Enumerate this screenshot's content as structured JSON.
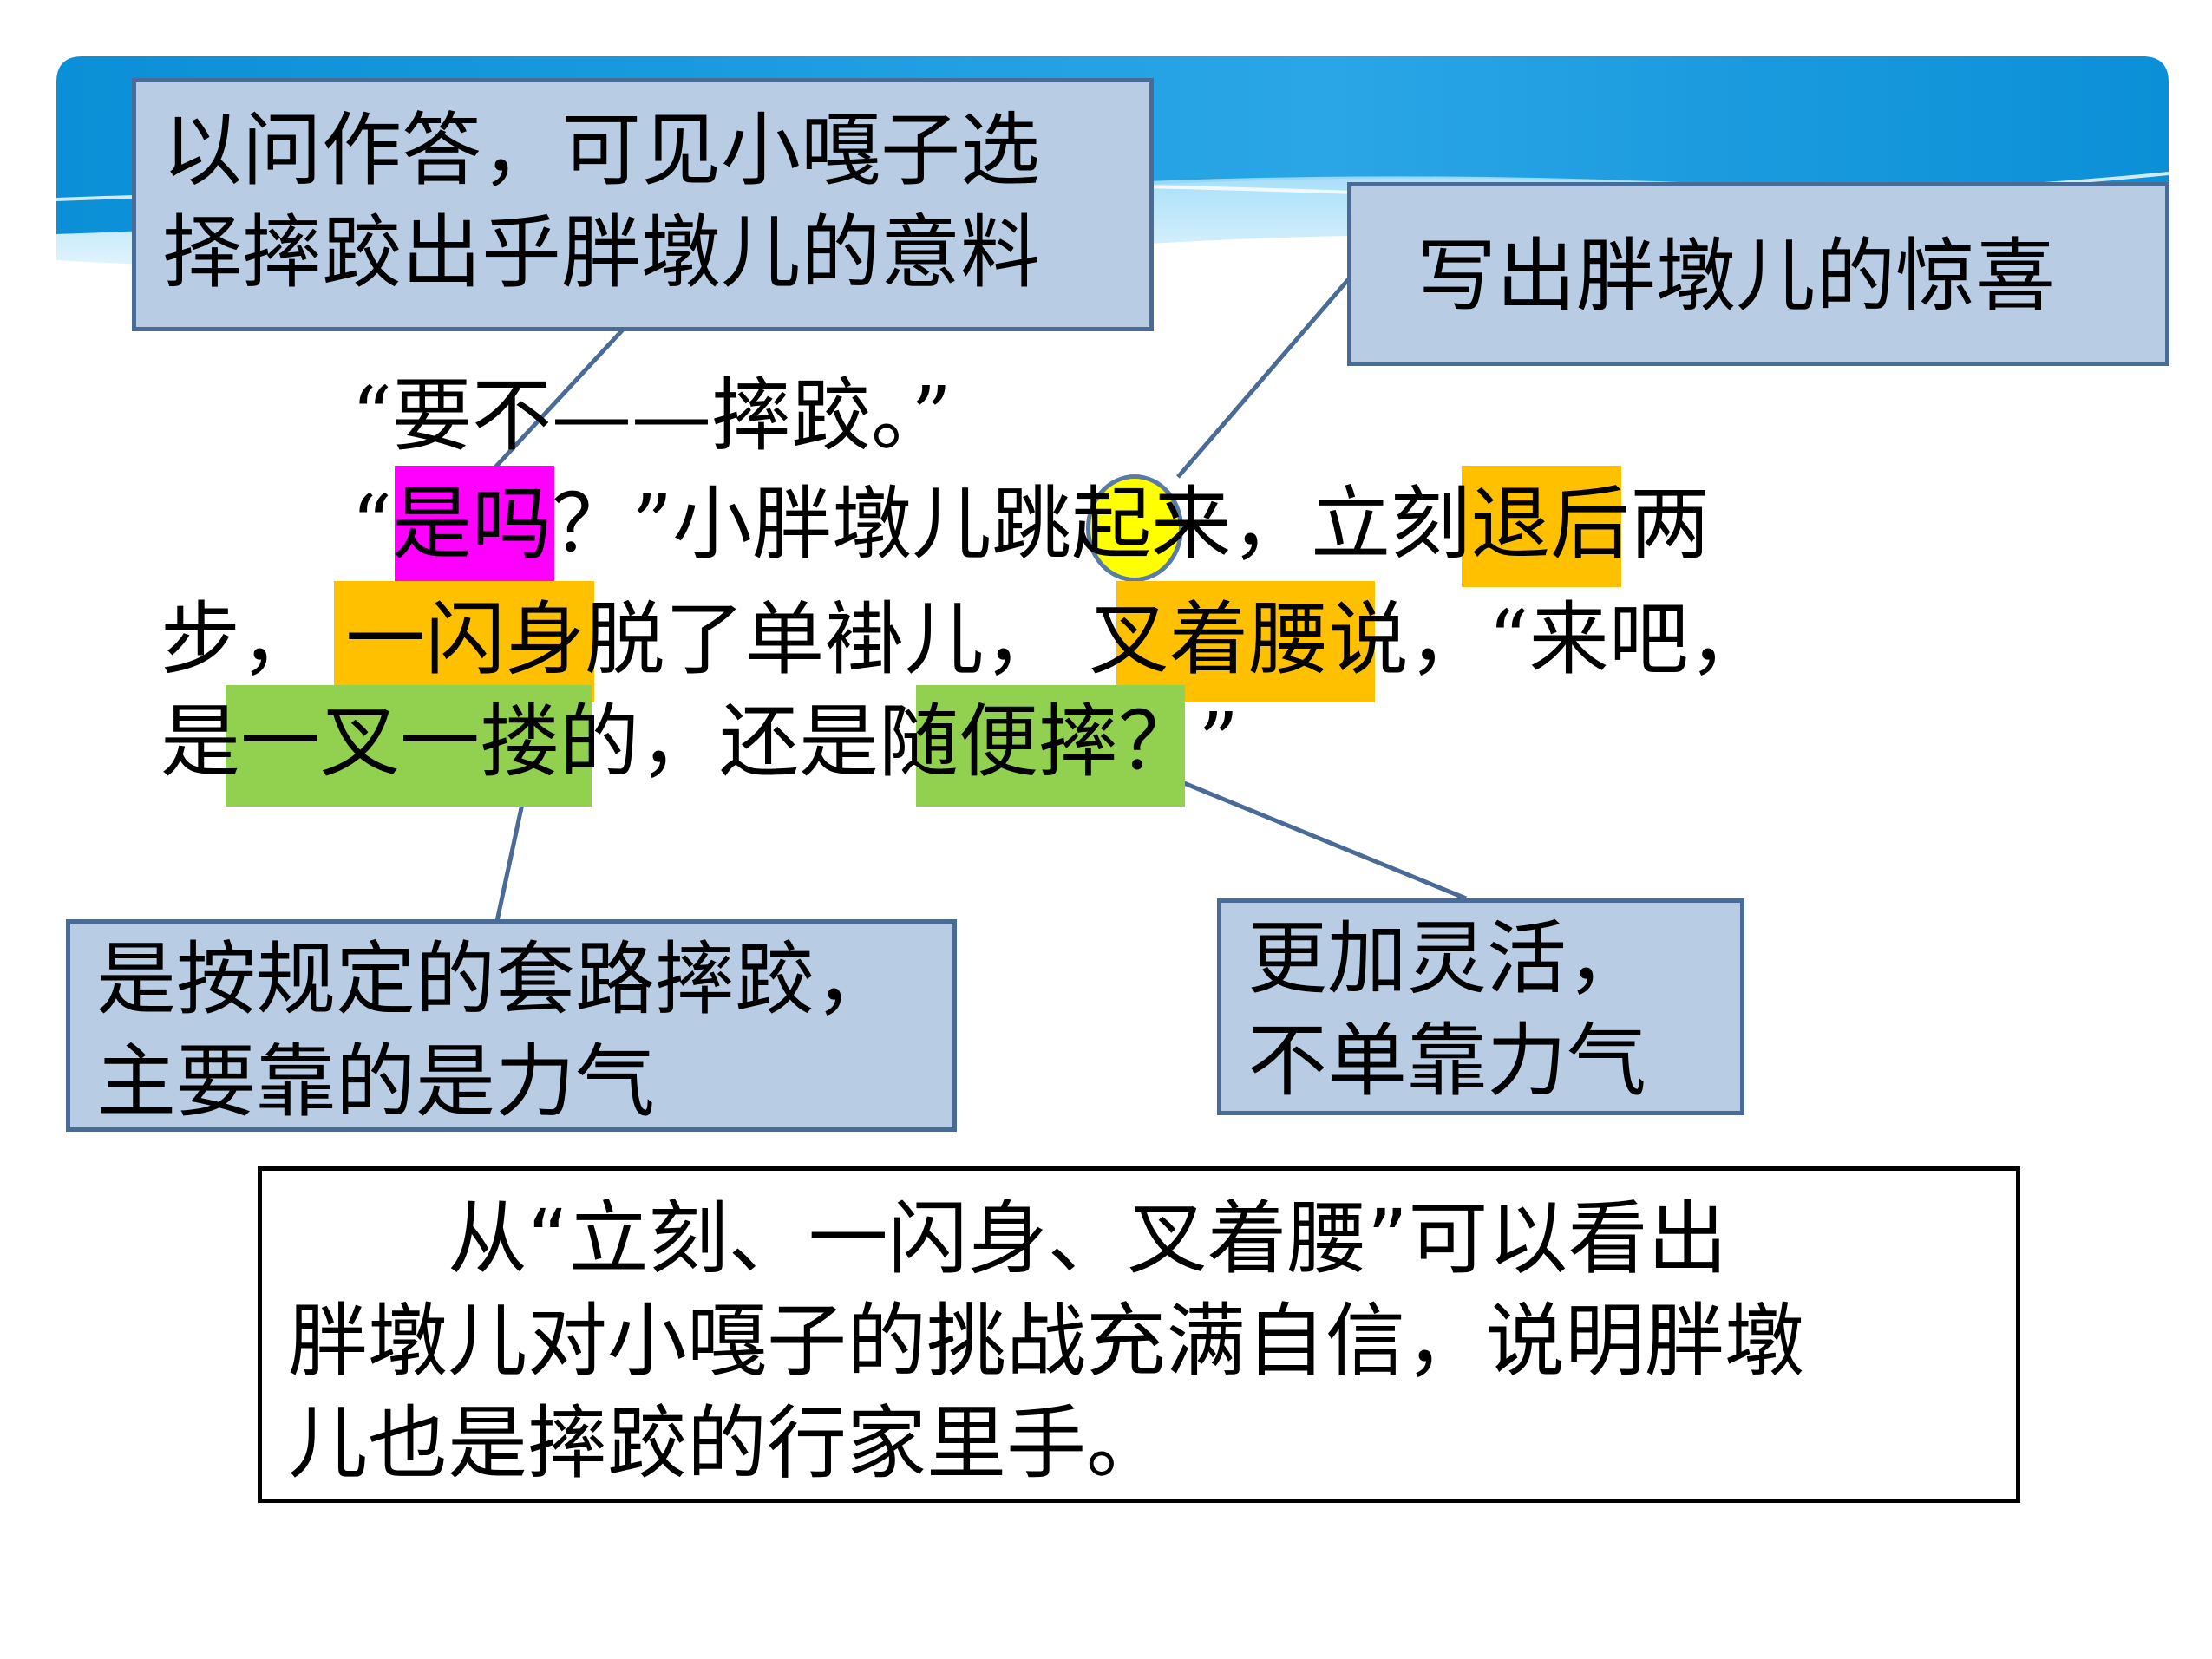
{
  "theme": {
    "banner_dark": "#0b8fd6",
    "banner_light": "#7ed3f7",
    "callout_fill": "#b8cce4",
    "callout_border": "#4a6b96",
    "highlight_magenta": "#ff00ff",
    "highlight_orange": "#ffc000",
    "highlight_green": "#92d050",
    "highlight_yellow": "#ffff00"
  },
  "callouts": {
    "top_left": {
      "lines": [
        "以问作答，可见小嘎子选",
        "择摔跤出乎胖墩儿的意料"
      ]
    },
    "top_right": {
      "lines": [
        "写出胖墩儿的惊喜"
      ]
    },
    "bottom_left": {
      "lines": [
        "是按规定的套路摔跤，",
        "主要靠的是力气"
      ]
    },
    "bottom_right": {
      "lines": [
        "更加灵活，",
        "不单靠力气"
      ]
    }
  },
  "passage": {
    "line1": "“要不——摔跤。”",
    "line2": {
      "open_quote": "“",
      "hl_shima": "是吗",
      "after_shima": "？”小胖墩儿",
      "hl_tiao": "跳",
      "after_tiao": "起来，",
      "hl_like": "立刻",
      "tail": "退后两"
    },
    "line3": {
      "start": "步，",
      "hl_yishanshen": "一闪身",
      "middle": "脱了单褂儿，",
      "hl_chazheyao": "叉着腰",
      "tail": "说，“来吧，"
    },
    "line4": {
      "start": "是",
      "hl_yichayilou": "一叉一搂",
      "middle": "的，还是",
      "hl_suibianshuai": "随便摔",
      "tail": "？”"
    }
  },
  "summary": {
    "lines": [
      "　　从“立刻、一闪身、叉着腰”可以看出",
      "胖墩儿对小嘎子的挑战充满自信，说明胖墩",
      "儿也是摔跤的行家里手。"
    ]
  }
}
